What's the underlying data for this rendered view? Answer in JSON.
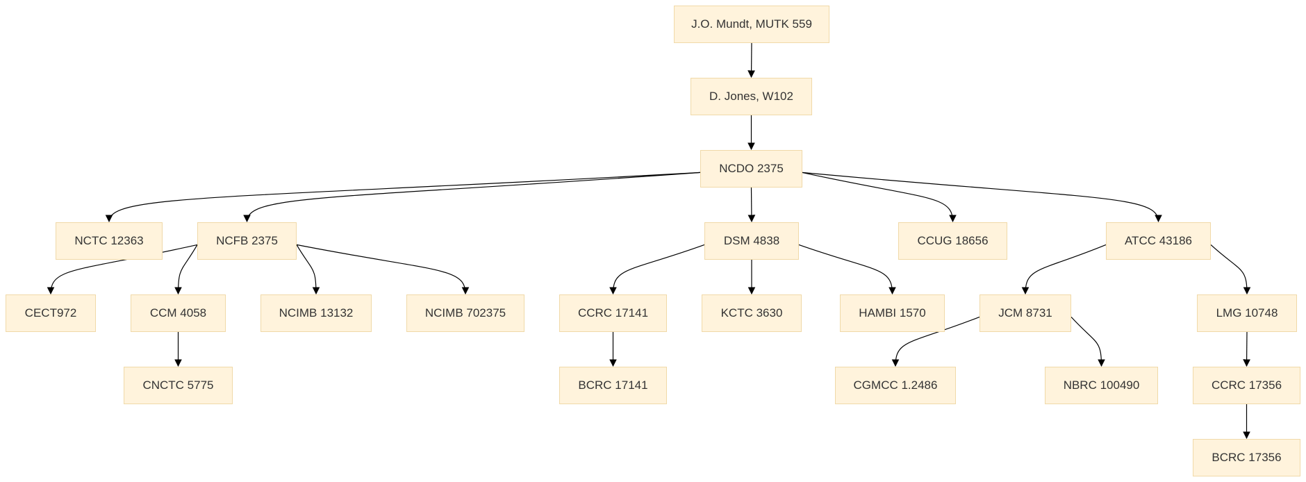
{
  "diagram": {
    "type": "tree",
    "colors": {
      "node_fill": "#fff3dc",
      "node_border": "#f0d9a8",
      "edge": "#000000",
      "text": "#333333"
    },
    "nodes": [
      {
        "id": "mundt",
        "label": "J.O. Mundt, MUTK 559"
      },
      {
        "id": "jones",
        "label": "D. Jones, W102"
      },
      {
        "id": "ncdo",
        "label": "NCDO 2375"
      },
      {
        "id": "nctc",
        "label": "NCTC 12363"
      },
      {
        "id": "ncfb",
        "label": "NCFB 2375"
      },
      {
        "id": "dsm",
        "label": "DSM 4838"
      },
      {
        "id": "ccug",
        "label": "CCUG 18656"
      },
      {
        "id": "atcc",
        "label": "ATCC 43186"
      },
      {
        "id": "cect",
        "label": "CECT972"
      },
      {
        "id": "ccm",
        "label": "CCM 4058"
      },
      {
        "id": "ncimb1",
        "label": "NCIMB 13132"
      },
      {
        "id": "ncimb2",
        "label": "NCIMB 702375"
      },
      {
        "id": "ccrc1",
        "label": "CCRC 17141"
      },
      {
        "id": "kctc",
        "label": "KCTC 3630"
      },
      {
        "id": "hambi",
        "label": "HAMBI 1570"
      },
      {
        "id": "jcm",
        "label": "JCM 8731"
      },
      {
        "id": "lmg",
        "label": "LMG 10748"
      },
      {
        "id": "cnctc",
        "label": "CNCTC 5775"
      },
      {
        "id": "bcrc1",
        "label": "BCRC 17141"
      },
      {
        "id": "cgmcc",
        "label": "CGMCC 1.2486"
      },
      {
        "id": "nbrc",
        "label": "NBRC 100490"
      },
      {
        "id": "ccrc2",
        "label": "CCRC 17356"
      },
      {
        "id": "bcrc2",
        "label": "BCRC 17356"
      }
    ],
    "edges": [
      [
        "mundt",
        "jones"
      ],
      [
        "jones",
        "ncdo"
      ],
      [
        "ncdo",
        "nctc"
      ],
      [
        "ncdo",
        "ncfb"
      ],
      [
        "ncdo",
        "dsm"
      ],
      [
        "ncdo",
        "ccug"
      ],
      [
        "ncdo",
        "atcc"
      ],
      [
        "ncfb",
        "cect"
      ],
      [
        "ncfb",
        "ccm"
      ],
      [
        "ncfb",
        "ncimb1"
      ],
      [
        "ncfb",
        "ncimb2"
      ],
      [
        "ccm",
        "cnctc"
      ],
      [
        "dsm",
        "ccrc1"
      ],
      [
        "dsm",
        "kctc"
      ],
      [
        "dsm",
        "hambi"
      ],
      [
        "ccrc1",
        "bcrc1"
      ],
      [
        "atcc",
        "jcm"
      ],
      [
        "atcc",
        "lmg"
      ],
      [
        "jcm",
        "cgmcc"
      ],
      [
        "jcm",
        "nbrc"
      ],
      [
        "lmg",
        "ccrc2"
      ],
      [
        "ccrc2",
        "bcrc2"
      ]
    ]
  }
}
